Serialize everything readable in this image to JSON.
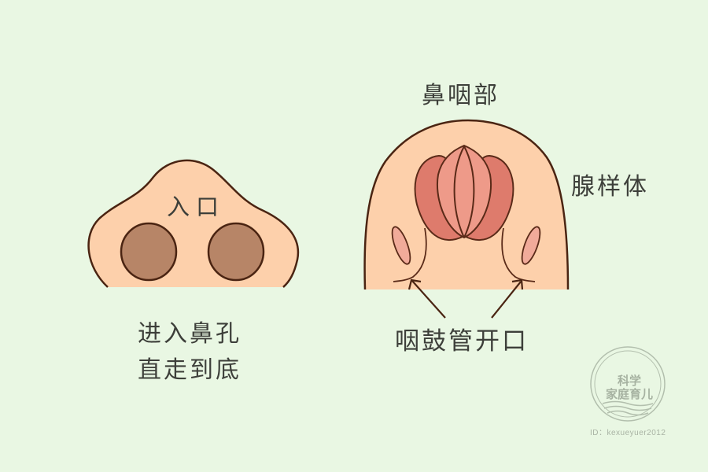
{
  "nose_diagram": {
    "entry_label": "入口",
    "instruction_lines": [
      "进入鼻孔",
      "直走到底"
    ]
  },
  "nasopharynx_diagram": {
    "title": "鼻咽部",
    "adenoid_label": "腺样体",
    "eustachian_tube_label": "咽鼓管开口"
  },
  "watermark": {
    "logo_line1": "科学",
    "logo_line2": "家庭育儿",
    "id_text": "ID：kexueyuer2012"
  },
  "colors": {
    "background": "#e9f7e3",
    "skin": "#fdd0ab",
    "outline": "#5a2a18",
    "nostril": "#b78567",
    "adenoid_dark": "#de7b6c",
    "adenoid_light": "#ee9a89",
    "text": "#3d3f3a"
  }
}
